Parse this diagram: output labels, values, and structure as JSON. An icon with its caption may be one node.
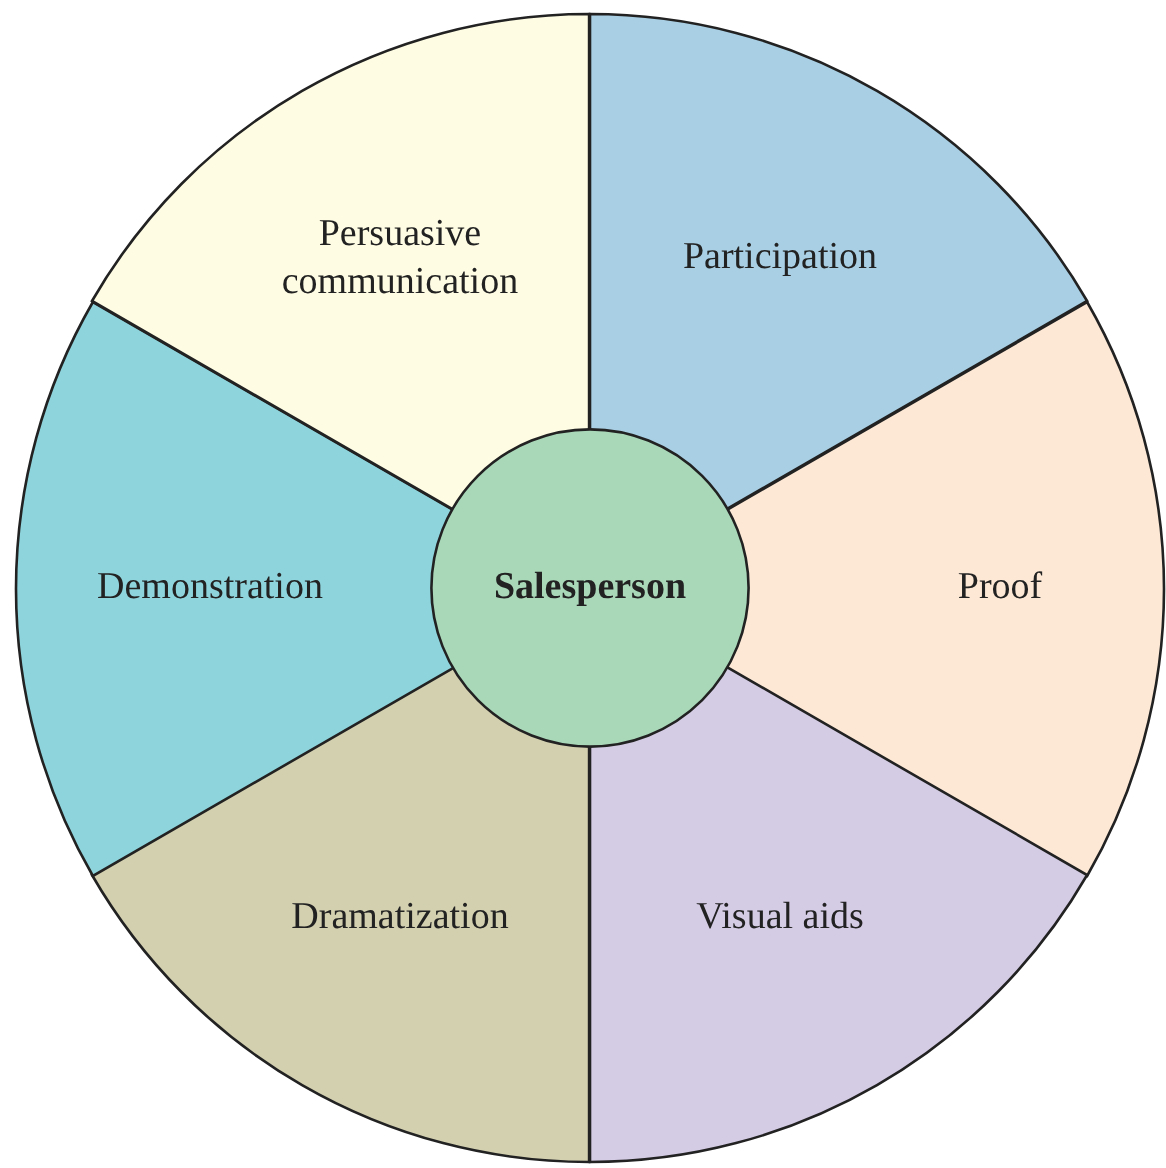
{
  "diagram": {
    "nodes": [
      {
        "text": [
          "Salesperson"
        ]
      },
      {
        "text": [
          "Participation"
        ]
      },
      {
        "text": [
          "Proof"
        ]
      },
      {
        "text": [
          "Visual aids"
        ]
      },
      {
        "text": [
          "Dramatization"
        ]
      },
      {
        "text": [
          "Demonstration"
        ]
      },
      {
        "text": [
          "Persuasive communication"
        ]
      }
    ]
  }
}
